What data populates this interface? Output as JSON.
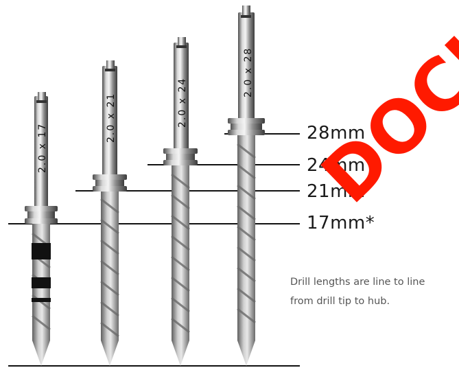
{
  "drills": [
    {
      "size_label": "2.0 x 17",
      "length_label": "17mm*"
    },
    {
      "size_label": "2.0 x 21",
      "length_label": "21mm"
    },
    {
      "size_label": "2.0 x 24",
      "length_label": "24mm"
    },
    {
      "size_label": "2.0 x 28",
      "length_label": "28mm"
    }
  ],
  "note": {
    "line1": "Drill lengths are line to line",
    "line2": "from drill tip to hub."
  },
  "watermark": "DOCUMENT",
  "colors": {
    "steel_light": "#e6e6e6",
    "steel_dark": "#5a5a5a",
    "depth_band": "#111111",
    "watermark": "#ff1a00"
  }
}
